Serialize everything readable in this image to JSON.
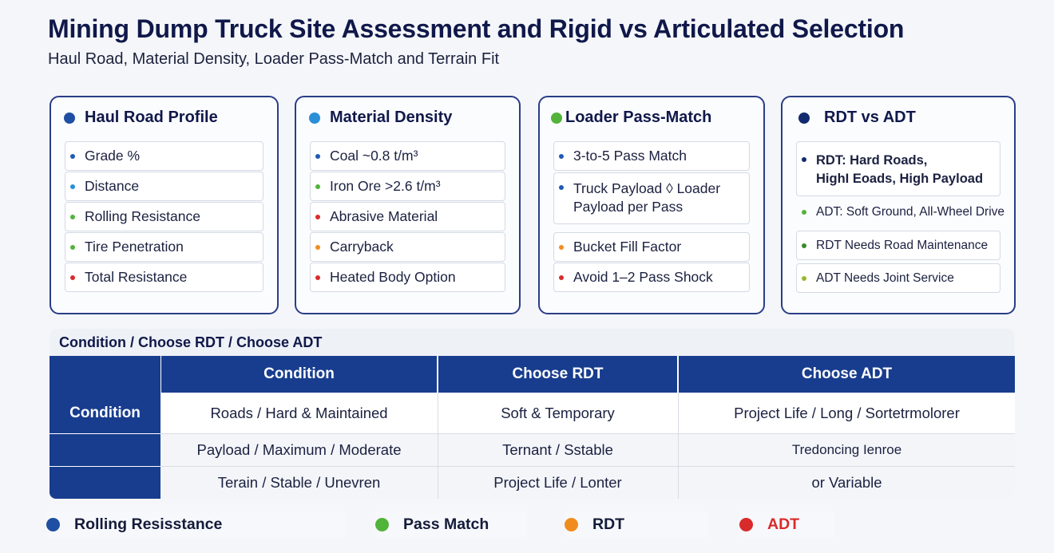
{
  "header": {
    "title": "Mining Dump Truck Site Assessment and Rigid vs Articulated Selection",
    "subtitle": "Haul Road, Material Density, Loader Pass-Match and Terrain Fit"
  },
  "colors": {
    "navy": "#183d8e",
    "blue": "#1e5bb5",
    "green": "#52b33a",
    "orange": "#f08c1e",
    "red": "#d92b2b"
  },
  "cards": [
    {
      "title": "Haul Road Profile",
      "items": [
        "Grade %",
        "Distance",
        "Rolling Resistance",
        "Tire Penetration",
        "Total Resistance"
      ]
    },
    {
      "title": "Material Density",
      "items": [
        "Coal ~0.8 t/m³",
        "Iron Ore >2.6 t/m³",
        "Abrasive Material",
        "Carryback",
        "Heated Body Option"
      ]
    },
    {
      "title": "Loader Pass-Match",
      "items": [
        "3-to-5 Pass Match",
        "Truck Payload ◊ Loader",
        "Payload per Pass",
        "Bucket Fill Factor",
        "Avoid 1–2 Pass Shock"
      ]
    },
    {
      "title": "RDT vs ADT",
      "items": [
        "RDT: Hard Roads,",
        "HighI Eoads, High Payload",
        "ADT: Soft Ground, All-Wheel Drive",
        "RDT Needs Road Maintenance",
        "ADT Needs Joint Service"
      ]
    }
  ],
  "table": {
    "caption": "Condition / Choose RDT / Choose ADT",
    "headers": [
      "Condition",
      "Choose RDT",
      "Choose ADT"
    ],
    "row_header": "Condition",
    "rows": [
      [
        "Roads / Hard & Maintained",
        "Soft & Temporary",
        "Project Life / Long / Sortetrmolorer"
      ],
      [
        "Payload / Maximum / Moderate",
        "Ternant / Sstable",
        "Tredoncing Ienroe"
      ],
      [
        "Terain / Stable / Unevren",
        "Project Life / Lonter",
        "or Variable"
      ]
    ]
  },
  "legend": [
    {
      "label": "Rolling Resisstance",
      "color": "#1e5bb5"
    },
    {
      "label": "Pass Match",
      "color": "#52b33a"
    },
    {
      "label": "RDT",
      "color": "#f08c1e"
    },
    {
      "label": "ADT",
      "color": "#d92b2b"
    }
  ]
}
